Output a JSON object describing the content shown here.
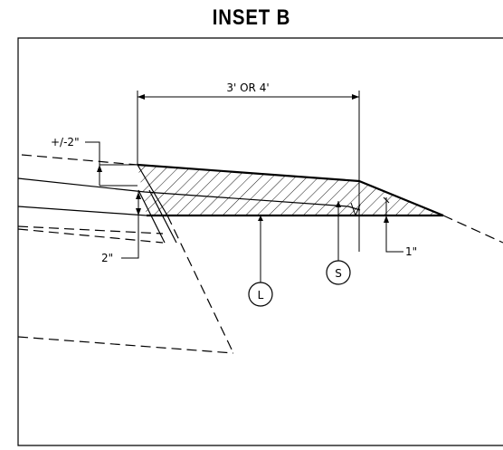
{
  "title": "INSET B",
  "dimensions": {
    "width_label": "3' OR 4'",
    "tolerance_label": "+/-2\"",
    "depth_label": "2\"",
    "offset_label": "1\""
  },
  "callouts": {
    "line_marker": "L",
    "surface_marker": "S"
  }
}
